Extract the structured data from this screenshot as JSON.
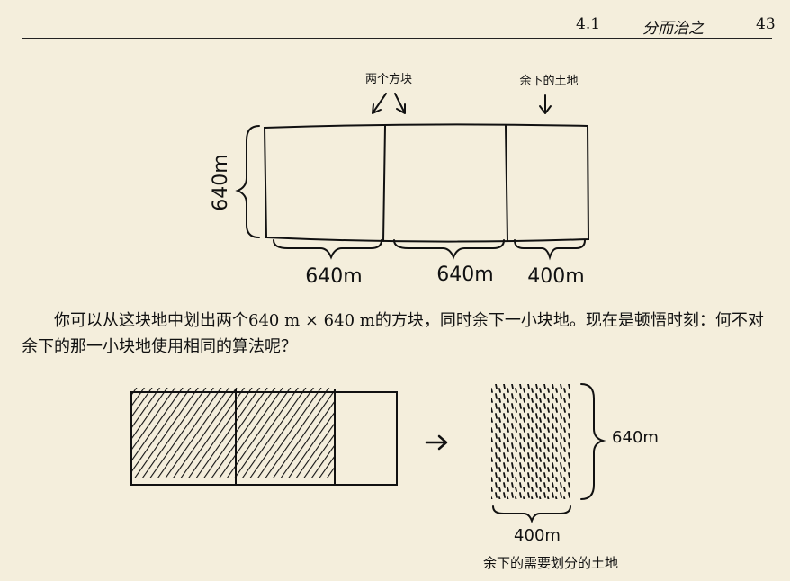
{
  "header": {
    "section_number": "4.1",
    "section_title": "分而治之",
    "page_number": "43"
  },
  "figure1": {
    "label_two_squares": "两个方块",
    "label_remaining": "余下的土地",
    "height_label": "640m",
    "width_labels": [
      "640m",
      "640m",
      "400m"
    ]
  },
  "paragraph": "你可以从这块地中划出两个640 m × 640 m的方块，同时余下一小块地。现在是顿悟时刻：何不对余下的那一小块地使用相同的算法呢？",
  "figure2": {
    "height_label": "640m",
    "width_label": "400m",
    "caption": "余下的需要划分的土地"
  }
}
